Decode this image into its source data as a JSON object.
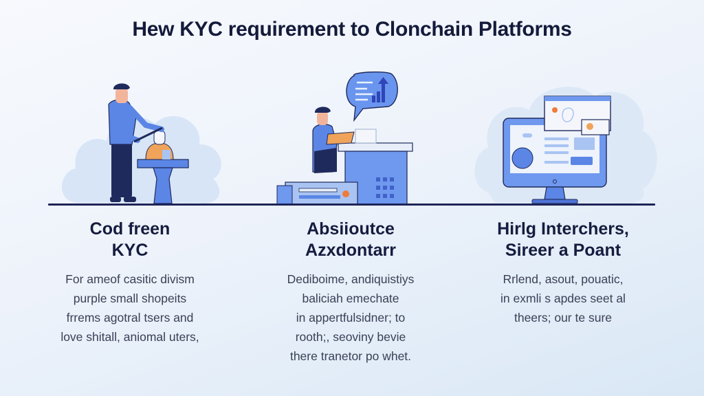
{
  "title": "Hew KYC requirement to Clonchain Platforms",
  "colors": {
    "title": "#141a3a",
    "baseline": "#1e2558",
    "accent_blue": "#5b86e5",
    "light_blue": "#a9c4f2",
    "cloud": "#d7e5f7",
    "navy": "#1f2a5c",
    "orange": "#f0a35a"
  },
  "columns": [
    {
      "illustration": "person-scanning-figure-at-kiosk",
      "heading": [
        "Cod freen",
        "KYC"
      ],
      "description": [
        "For ameof casitic divism",
        "purple small shopeits",
        "frrems agotral tsers and",
        "love shitall, aniomal uters,"
      ]
    },
    {
      "illustration": "person-with-laptop-at-desk-chart-bubble",
      "heading": [
        "Absiioutce",
        "Azxdontarr"
      ],
      "description": [
        "Dediboime, andiquistiys",
        "baliciah emechate",
        "in appertfulsidner; to",
        "rooth;, seoviny bevie",
        "there tranetor po whet."
      ]
    },
    {
      "illustration": "desktop-monitor-with-video-call",
      "heading": [
        "Hirlg Interchers,",
        "Sireer a Poant"
      ],
      "description": [
        "Rrlend, asout, pouatic,",
        "in exmli s apdes seet al",
        "theers; our te sure"
      ]
    }
  ]
}
